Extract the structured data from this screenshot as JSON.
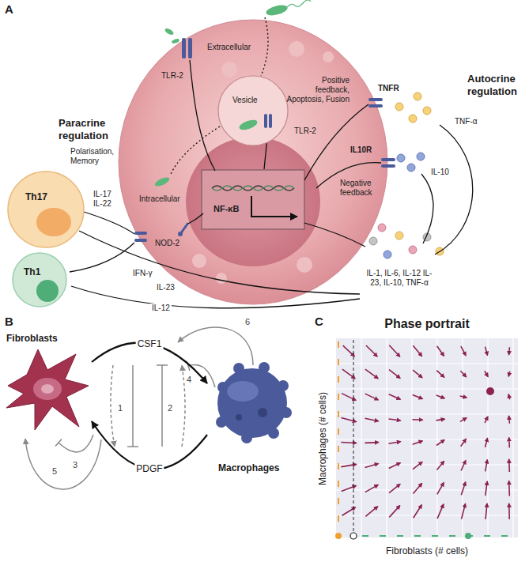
{
  "diagram": {
    "nodes": [
      {
        "text": [
          "Th17"
        ]
      },
      {
        "text": [
          "Th1"
        ]
      },
      {
        "text": [
          "Vesicle"
        ]
      },
      {
        "text": [
          "Fibroblasts"
        ]
      },
      {
        "text": [
          "Macrophages"
        ]
      }
    ],
    "edges": [
      {
        "from": 3,
        "to": 4,
        "label": "CSF1",
        "arrow": "to"
      },
      {
        "from": 4,
        "to": 3,
        "label": "PDGF",
        "arrow": "to"
      }
    ],
    "labels": [
      "A",
      "Extracellular",
      "TLR-2",
      "TLR-2",
      "Intracellular",
      "NOD-2",
      "NF-κB",
      "Paracrine regulation",
      "Polarisation, Memory",
      "IL-17 IL-22",
      "IFN-γ",
      "IL-23",
      "IL-12",
      "Autocrine regulation",
      "TNFR",
      "TNF-α",
      "Positive feedback, Apoptosis, Fusion",
      "IL10R",
      "IL-10",
      "Negative feedback",
      "IL-1, IL-6, IL-12 IL-23, IL-10, TNF-α",
      "B",
      "1",
      "2",
      "3",
      "4",
      "5",
      "6",
      "C",
      "Phase portrait",
      "Macrophages (# cells)",
      "Fibroblasts (# cells)"
    ]
  }
}
